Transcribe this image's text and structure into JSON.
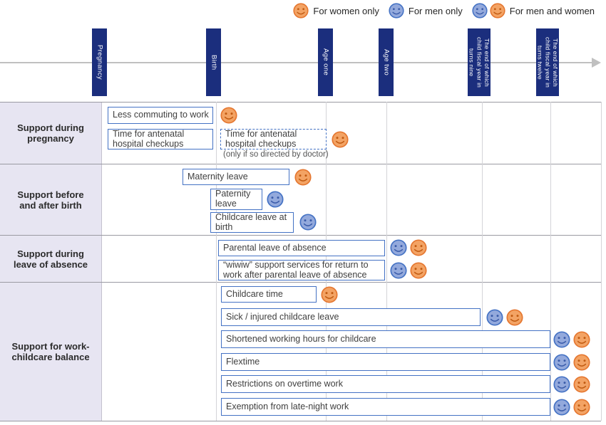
{
  "legend": {
    "items": [
      {
        "label": "For women only",
        "icons": [
          "women"
        ]
      },
      {
        "label": "For men only",
        "icons": [
          "men"
        ]
      },
      {
        "label": "For men and women",
        "icons": [
          "men",
          "women"
        ]
      }
    ]
  },
  "timeline": {
    "milestones": [
      {
        "label": "Pregnancy"
      },
      {
        "label": "Birth"
      },
      {
        "label": "Age one"
      },
      {
        "label": "Age two"
      },
      {
        "label": "The end of which\nchild fiscal year in\nturns nine"
      },
      {
        "label": "The end of which\nchild fiscal year in\nturns twelve"
      }
    ]
  },
  "categories": [
    {
      "label": "Support during pregnancy"
    },
    {
      "label": "Support before and after birth"
    },
    {
      "label": "Support during leave of absence"
    },
    {
      "label": "Support for work-childcare balance"
    }
  ],
  "programs": {
    "less_commuting": {
      "label": "Less commuting to work",
      "icons": [
        "women"
      ]
    },
    "antenatal_checkups": {
      "label": "Time for antenatal hospital checkups"
    },
    "antenatal_checkups_extended": {
      "label": "Time for antenatal hospital checkups",
      "note": "(only if so directed by doctor)",
      "icons": [
        "women"
      ]
    },
    "maternity_leave": {
      "label": "Maternity leave",
      "icons": [
        "women"
      ]
    },
    "paternity_leave": {
      "label": "Paternity leave",
      "icons": [
        "men"
      ]
    },
    "childcare_leave_at_birth": {
      "label": "Childcare leave at birth",
      "icons": [
        "men"
      ]
    },
    "parental_leave": {
      "label": "Parental leave of absence",
      "icons": [
        "men",
        "women"
      ]
    },
    "wiwiw_support": {
      "label": "“wiwiw” support services for return to work after parental leave of absence",
      "icons": [
        "men",
        "women"
      ]
    },
    "childcare_time": {
      "label": "Childcare time",
      "icons": [
        "women"
      ]
    },
    "sick_injured_leave": {
      "label": "Sick / injured childcare leave",
      "icons": [
        "men",
        "women"
      ]
    },
    "shortened_hours": {
      "label": "Shortened working hours for childcare",
      "icons": [
        "men",
        "women"
      ]
    },
    "flextime": {
      "label": "Flextime",
      "icons": [
        "men",
        "women"
      ]
    },
    "overtime_restrictions": {
      "label": "Restrictions on overtime work",
      "icons": [
        "men",
        "women"
      ]
    },
    "late_night_exemption": {
      "label": "Exemption from late-night work",
      "icons": [
        "men",
        "women"
      ]
    }
  },
  "colors": {
    "milestone_bar": "#1b2e7d",
    "box_border": "#4472c4",
    "category_bg": "#e7e5f2",
    "axis": "#c0c0c0",
    "women_icon_fill": "#f3a364",
    "women_icon_stroke": "#e5762f",
    "women_icon_features": "#c05a11",
    "men_icon_fill": "#93a9dc",
    "men_icon_stroke": "#4472c4",
    "men_icon_features": "#3a5ba9"
  }
}
